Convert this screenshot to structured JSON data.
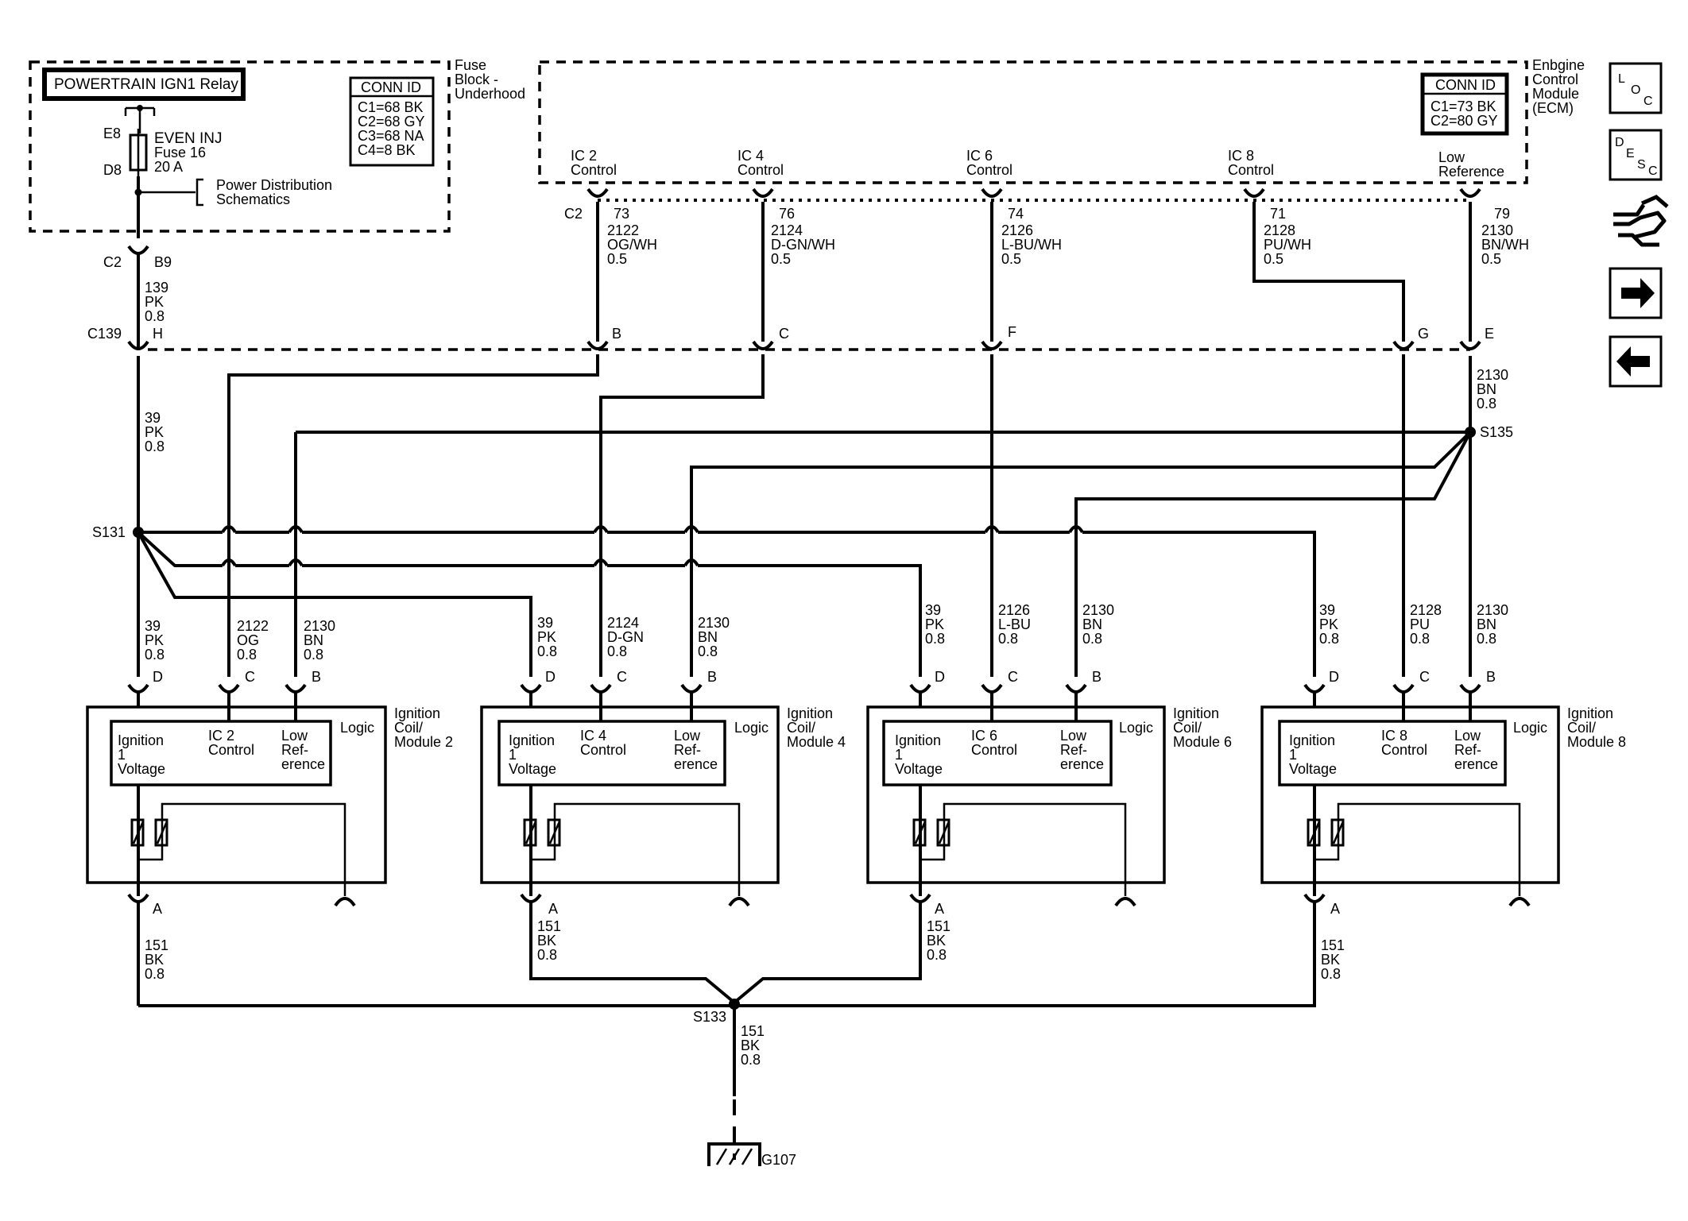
{
  "fuse_block": {
    "relay_label": "POWERTRAIN IGN1 Relay",
    "title_line1": "Fuse",
    "title_line2": "Block -",
    "title_line3": "Underhood",
    "e8": "E8",
    "d8": "D8",
    "fuse_name": "EVEN INJ",
    "fuse_number": "Fuse 16",
    "fuse_rating": "20 A",
    "power_dist_line1": "Power Distribution",
    "power_dist_line2": "Schematics",
    "conn_id_title": "CONN ID",
    "conn_ids": [
      "C1=68 BK",
      "C2=68 GY",
      "C3=68 NA",
      "C4=8 BK"
    ]
  },
  "ecm": {
    "title_line1": "Enbgine",
    "title_line2": "Control",
    "title_line3": "Module",
    "title_line4": "(ECM)",
    "conn_id_title": "CONN ID",
    "conn_ids": [
      "C1=73 BK",
      "C2=80 GY"
    ],
    "connector_c2": "C2",
    "pins": [
      {
        "label1": "IC 2",
        "label2": "Control",
        "pin": "73",
        "circuit": "2122",
        "color": "OG/WH",
        "gauge": "0.5"
      },
      {
        "label1": "IC 4",
        "label2": "Control",
        "pin": "76",
        "circuit": "2124",
        "color": "D-GN/WH",
        "gauge": "0.5"
      },
      {
        "label1": "IC 6",
        "label2": "Control",
        "pin": "74",
        "circuit": "2126",
        "color": "L-BU/WH",
        "gauge": "0.5"
      },
      {
        "label1": "IC 8",
        "label2": "Control",
        "pin": "71",
        "circuit": "2128",
        "color": "PU/WH",
        "gauge": "0.5"
      },
      {
        "label1": "Low",
        "label2": "Reference",
        "pin": "79",
        "circuit": "2130",
        "color": "BN/WH",
        "gauge": "0.5"
      }
    ]
  },
  "upper_wires": {
    "c2": "C2",
    "b9": "B9",
    "pk139_1": "139",
    "pk139_2": "PK",
    "pk139_3": "0.8",
    "c139": "C139",
    "c139_pins": [
      "H",
      "B",
      "C",
      "F",
      "G",
      "E"
    ],
    "pk39_1": "39",
    "pk39_2": "PK",
    "pk39_3": "0.8",
    "bn2130_1": "2130",
    "bn2130_2": "BN",
    "bn2130_3": "0.8"
  },
  "splices": {
    "s131": "S131",
    "s135": "S135",
    "s133": "S133"
  },
  "modules": [
    {
      "name_line1": "Ignition",
      "name_line2": "Coil/",
      "name_line3": "Module 2",
      "wires": [
        {
          "circuit": "39",
          "color": "PK",
          "gauge": "0.8",
          "pin": "D"
        },
        {
          "circuit": "2122",
          "color": "OG",
          "gauge": "0.8",
          "pin": "C"
        },
        {
          "circuit": "2130",
          "color": "BN",
          "gauge": "0.8",
          "pin": "B"
        }
      ],
      "ic_label1": "IC 2",
      "ic_label2": "Control",
      "ground_pin": "A",
      "ground_circuit": "151",
      "ground_color": "BK",
      "ground_gauge": "0.8"
    },
    {
      "name_line1": "Ignition",
      "name_line2": "Coil/",
      "name_line3": "Module 4",
      "wires": [
        {
          "circuit": "39",
          "color": "PK",
          "gauge": "0.8",
          "pin": "D"
        },
        {
          "circuit": "2124",
          "color": "D-GN",
          "gauge": "0.8",
          "pin": "C"
        },
        {
          "circuit": "2130",
          "color": "BN",
          "gauge": "0.8",
          "pin": "B"
        }
      ],
      "ic_label1": "IC 4",
      "ic_label2": "Control",
      "ground_pin": "A",
      "ground_circuit": "151",
      "ground_color": "BK",
      "ground_gauge": "0.8"
    },
    {
      "name_line1": "Ignition",
      "name_line2": "Coil/",
      "name_line3": "Module 6",
      "wires": [
        {
          "circuit": "39",
          "color": "PK",
          "gauge": "0.8",
          "pin": "D"
        },
        {
          "circuit": "2126",
          "color": "L-BU",
          "gauge": "0.8",
          "pin": "C"
        },
        {
          "circuit": "2130",
          "color": "BN",
          "gauge": "0.8",
          "pin": "B"
        }
      ],
      "ic_label1": "IC 6",
      "ic_label2": "Control",
      "ground_pin": "A",
      "ground_circuit": "151",
      "ground_color": "BK",
      "ground_gauge": "0.8"
    },
    {
      "name_line1": "Ignition",
      "name_line2": "Coil/",
      "name_line3": "Module 8",
      "wires": [
        {
          "circuit": "39",
          "color": "PK",
          "gauge": "0.8",
          "pin": "D"
        },
        {
          "circuit": "2128",
          "color": "PU",
          "gauge": "0.8",
          "pin": "C"
        },
        {
          "circuit": "2130",
          "color": "BN",
          "gauge": "0.8",
          "pin": "B"
        }
      ],
      "ic_label1": "IC 8",
      "ic_label2": "Control",
      "ground_pin": "A",
      "ground_circuit": "151",
      "ground_color": "BK",
      "ground_gauge": "0.8"
    }
  ],
  "module_common": {
    "logic": "Logic",
    "ign_line1": "Ignition",
    "ign_line2": "1",
    "ign_line3": "Voltage",
    "low_line1": "Low",
    "low_line2": "Ref-",
    "low_line3": "erence"
  },
  "ground": {
    "circuit": "151",
    "color": "BK",
    "gauge": "0.8",
    "label": "G107"
  },
  "nav": {
    "loc_l": "L",
    "loc_o": "O",
    "loc_c": "C",
    "desc_d": "D",
    "desc_e": "E",
    "desc_s": "S",
    "desc_c": "C"
  }
}
